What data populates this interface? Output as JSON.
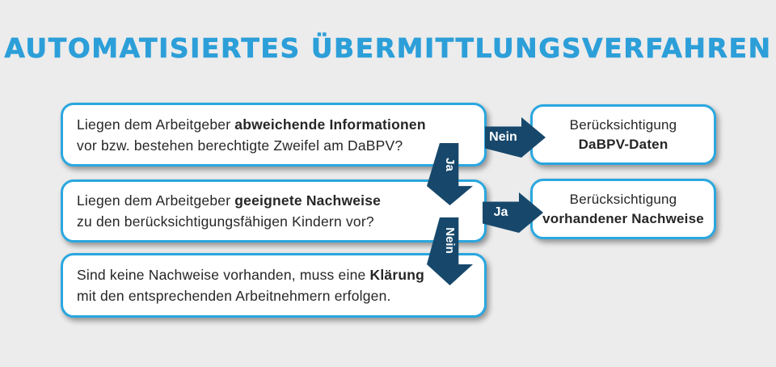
{
  "title": "AUTOMATISIERTES ÜBERMITTLUNGSVERFAHREN",
  "colors": {
    "background": "#ECECEC",
    "box_border_blue": "#2AA7DF",
    "title_blue": "#2C9FD9",
    "arrow_navy": "#17486C",
    "box_background": "#FFFFFF",
    "text": "#262626",
    "arrow_label_text": "#FFFFFF"
  },
  "questions": [
    {
      "pre": "Liegen dem Arbeitgeber",
      "bold": "abweichende Informationen",
      "line2": "vor bzw. bestehen berechtigte Zweifel am DaBPV?"
    },
    {
      "pre": "Liegen dem Arbeitgeber",
      "bold": "geeignete Nachweise",
      "line2": "zu den berücksichtigungsfähigen Kindern vor?"
    },
    {
      "pre": "Sind keine Nachweise vorhanden, muss eine",
      "bold": "Klärung",
      "line2": "mit den entsprechenden Arbeitnehmern erfolgen."
    }
  ],
  "results": [
    {
      "line1": "Berücksichtigung",
      "bold": "DaBPV-Daten"
    },
    {
      "line1": "Berücksichtigung",
      "bold": "vorhandener Nachweise"
    }
  ],
  "connectors": {
    "nein_right": "Nein",
    "ja_down": "Ja",
    "ja_right": "Ja",
    "nein_down": "Nein"
  }
}
